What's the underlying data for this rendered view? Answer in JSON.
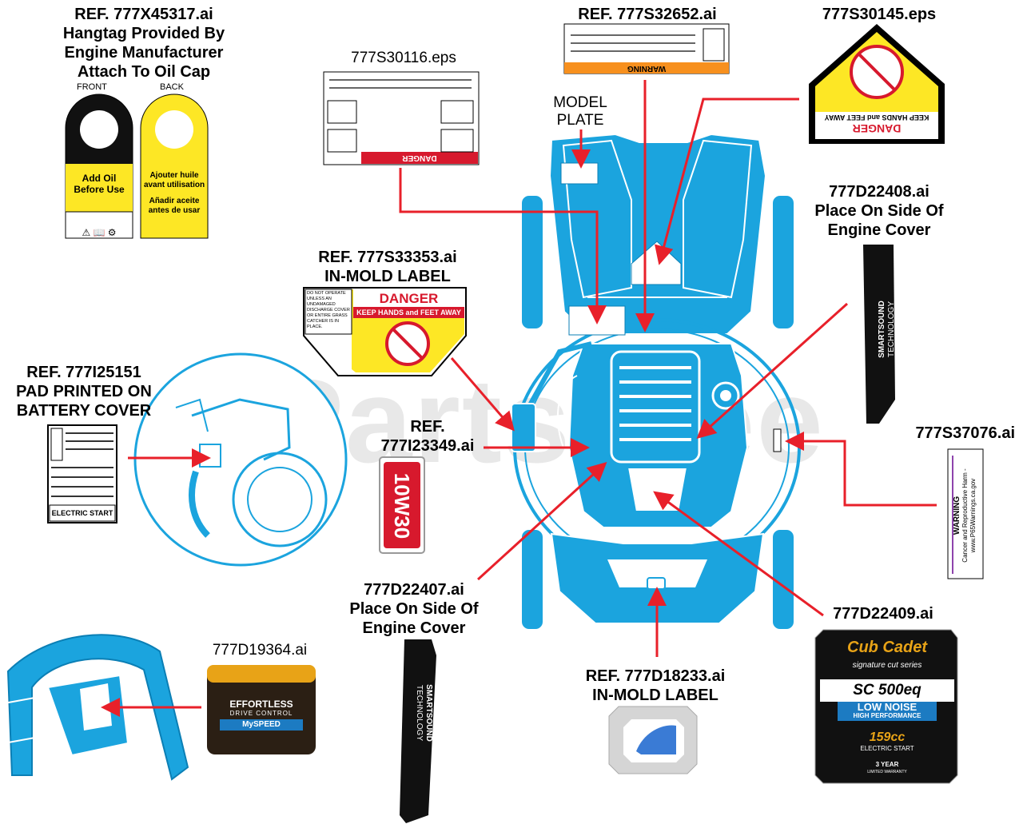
{
  "watermark": "PartsTree",
  "labels": {
    "hangtag": {
      "l1": "REF. 777X45317.ai",
      "l2": "Hangtag Provided By",
      "l3": "Engine Manufacturer",
      "l4": "Attach To Oil Cap",
      "front": "FRONT",
      "back": "BACK",
      "front_text1": "Add Oil",
      "front_text2": "Before Use",
      "back_text1": "Ajouter huile",
      "back_text2": "avant utilisation",
      "back_text3": "Añadir aceite",
      "back_text4": "antes de usar"
    },
    "s32652": {
      "l1": "REF. 777S32652.ai",
      "warn": "WARNING"
    },
    "s30145": {
      "l1": "777S30145.eps",
      "d1": "DANGER",
      "d2": "KEEP HANDS and FEET AWAY"
    },
    "s30116": {
      "l1": "777S30116.eps",
      "danger": "DANGER"
    },
    "model_plate": {
      "l1": "MODEL",
      "l2": "PLATE"
    },
    "d22408": {
      "l1": "777D22408.ai",
      "l2": "Place On Side Of",
      "l3": "Engine Cover",
      "decal1": "SMARTSOUND",
      "decal2": "TECHNOLOGY"
    },
    "s33353": {
      "l1": "REF. 777S33353.ai",
      "l2": "IN-MOLD LABEL",
      "d1": "DANGER",
      "d2": "KEEP HANDS and FEET AWAY",
      "side1": "DO NOT OPERATE",
      "side2": "UNLESS AN",
      "side3": "UNDAMAGED",
      "side4": "DISCHARGE COVER",
      "side5": "OR ENTIRE GRASS",
      "side6": "CATCHER IS IN",
      "side7": "PLACE."
    },
    "i25151": {
      "l1": "REF. 777I25151",
      "l2": "PAD PRINTED ON",
      "l3": "BATTERY COVER",
      "es": "ELECTRIC START"
    },
    "i23349": {
      "l1": "REF.",
      "l2": "777I23349.ai",
      "oil": "10W30"
    },
    "s37076": {
      "l1": "777S37076.ai",
      "w1": "WARNING",
      "w2": "Cancer and Reproductive Harm -",
      "w3": "www.P65Warnings.ca.gov"
    },
    "d22407": {
      "l1": "777D22407.ai",
      "l2": "Place On Side Of",
      "l3": "Engine Cover",
      "decal1": "SMARTSOUND",
      "decal2": "TECHNOLOGY"
    },
    "d22409": {
      "l1": "777D22409.ai",
      "brand": "Cub Cadet",
      "series": "signature cut series",
      "model": "SC 500eq",
      "ln1": "LOW NOISE",
      "ln2": "HIGH PERFORMANCE",
      "cc": "159cc",
      "es": "ELECTRIC START",
      "yr": "3 YEAR",
      "lw": "LIMITED WARRANTY"
    },
    "d19364": {
      "l1": "777D19364.ai",
      "t1": "EFFORTLESS",
      "t2": "DRIVE CONTROL",
      "t3": "MySPEED"
    },
    "d18233": {
      "l1": "REF. 777D18233.ai",
      "l2": "IN-MOLD LABEL"
    }
  },
  "colors": {
    "mower_blue": "#1ba4de",
    "mower_dark": "#0b7fb5",
    "arrow_red": "#e8202a",
    "danger_yellow": "#fde725",
    "danger_red": "#d7192d",
    "warning_orange": "#f7901e",
    "mysp_dark": "#2b1f14",
    "mysp_gold": "#e8a317"
  }
}
